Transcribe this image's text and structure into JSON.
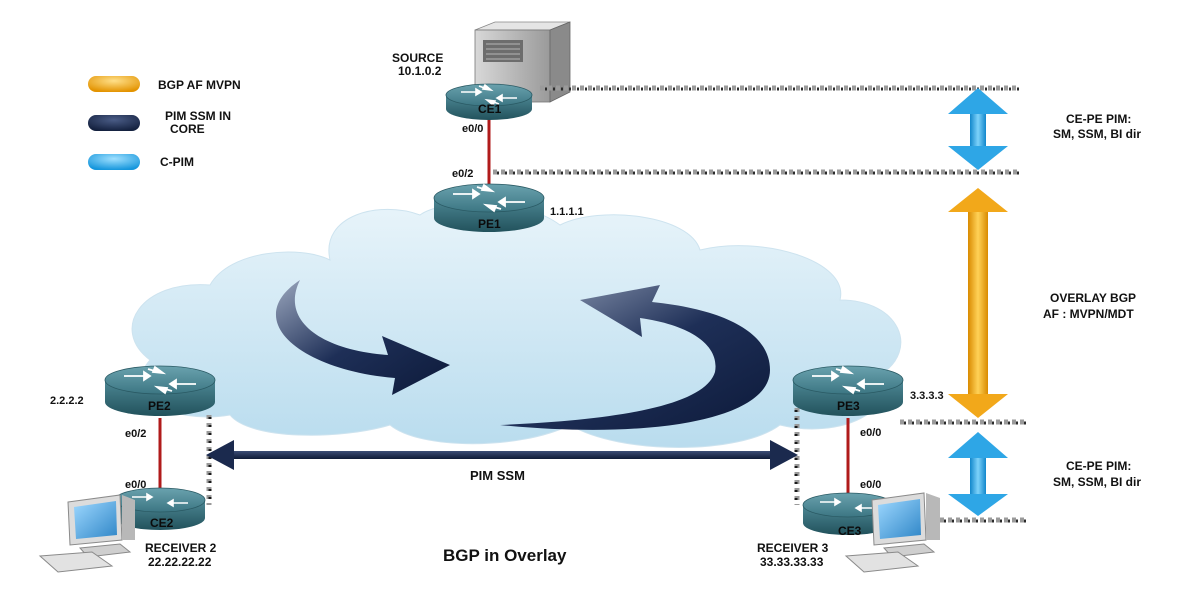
{
  "legend": [
    {
      "label": "BGP AF MVPN",
      "color": "#f2a81a"
    },
    {
      "label_line1": "PIM SSM IN",
      "label_line2": "CORE",
      "color": "#1b2a4e"
    },
    {
      "label": "C-PIM",
      "color": "#2ea6e6"
    }
  ],
  "source": {
    "title": "SOURCE",
    "ip": "10.1.0.2"
  },
  "routers": {
    "ce1": {
      "name": "CE1",
      "port": "e0/0"
    },
    "pe1": {
      "name": "PE1",
      "port": "e0/2",
      "ip": "1.1.1.1"
    },
    "pe2": {
      "name": "PE2",
      "port": "e0/2",
      "ip": "2.2.2.2"
    },
    "ce2": {
      "name": "CE2",
      "port": "e0/0"
    },
    "pe3": {
      "name": "PE3",
      "port": "e0/0",
      "ip": "3.3.3.3"
    },
    "ce3": {
      "name": "CE3",
      "port": "e0/0"
    }
  },
  "receivers": {
    "r2": {
      "title": "RECEIVER 2",
      "ip": "22.22.22.22"
    },
    "r3": {
      "title": "RECEIVER 3",
      "ip": "33.33.33.33"
    }
  },
  "labels": {
    "pim_ssm": "PIM SSM",
    "bgp_overlay": "BGP in Overlay",
    "cepe_top_1": "CE-PE PIM:",
    "cepe_top_2": "SM, SSM, BI dir",
    "overlay_1": "OVERLAY BGP",
    "overlay_2": "AF : MVPN/MDT",
    "cepe_bot_1": "CE-PE PIM:",
    "cepe_bot_2": "SM, SSM, BI dir"
  },
  "colors": {
    "cloud": "#cfe6f3",
    "router": "#3f7f8c",
    "link": "#b01b1b",
    "dark_arrow": "#1b2a4e",
    "orange_arrow": "#f2a81a",
    "blue_arrow": "#2ea6e6"
  }
}
